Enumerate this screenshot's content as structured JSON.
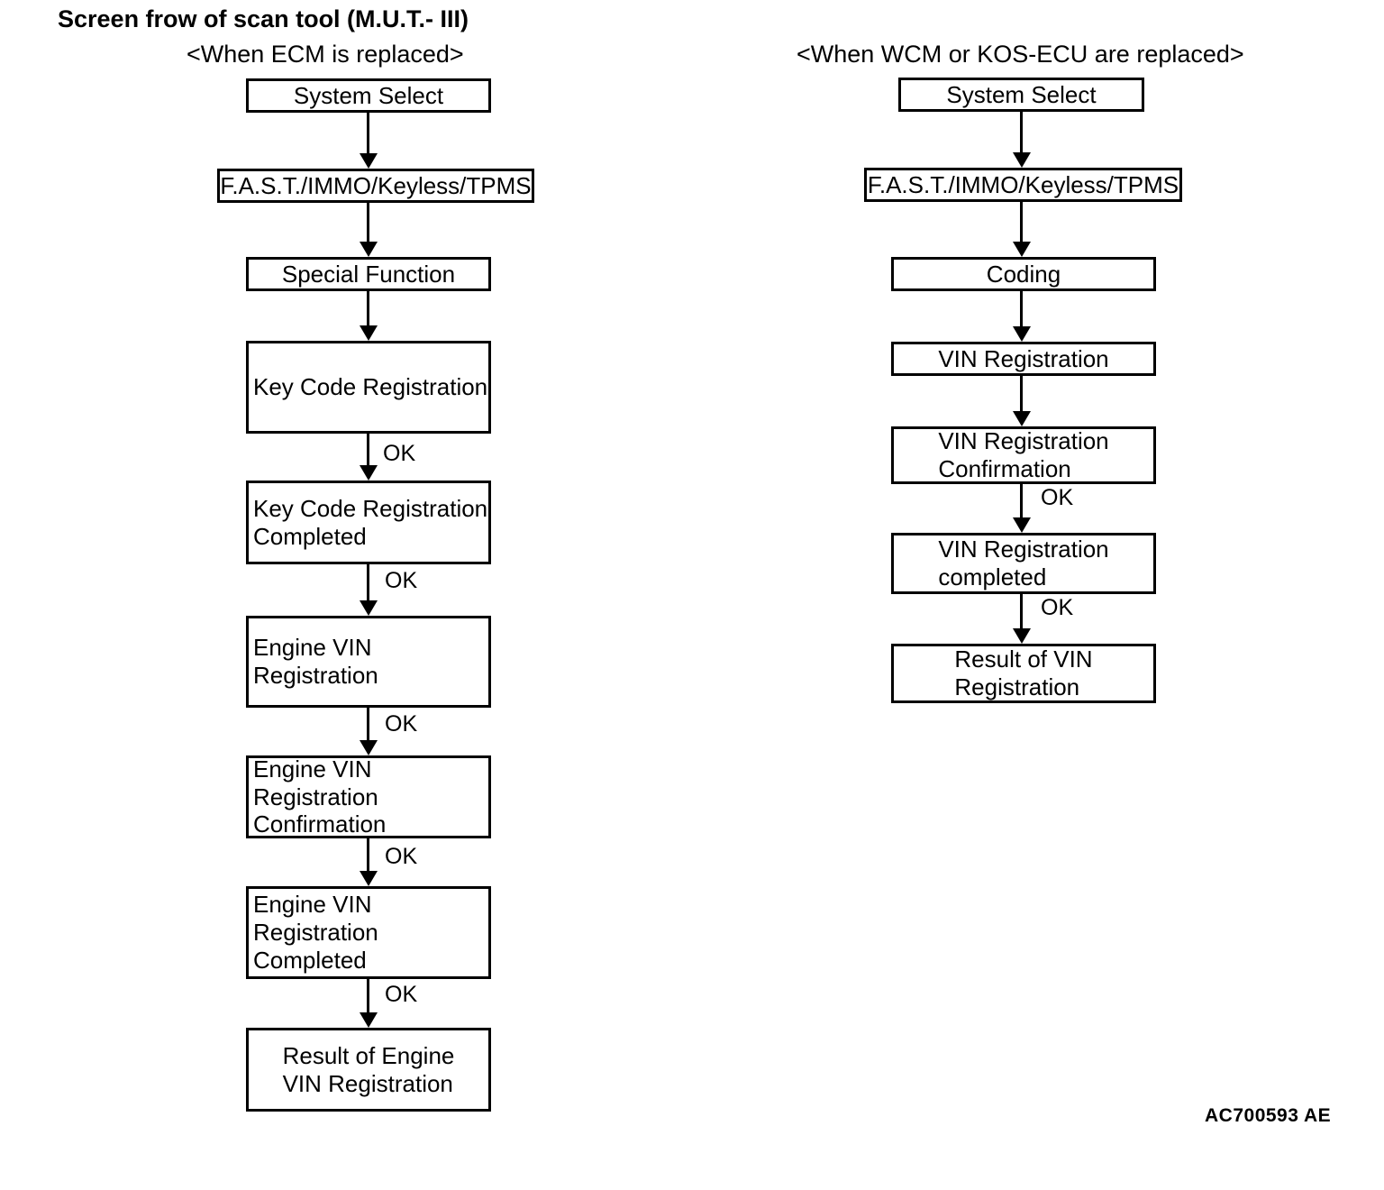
{
  "title": "Screen frow of scan tool (M.U.T.- III)",
  "figure_code": "AC700593 AE",
  "colors": {
    "ink": "#000000",
    "background": "#ffffff"
  },
  "flows": [
    {
      "id": "ecm",
      "header": "<When ECM is replaced>",
      "nodes": [
        "System Select",
        "F.A.S.T./IMMO/Keyless/TPMS",
        "Special Function",
        "Key Code Registration",
        "Key Code Registration\nCompleted",
        "Engine VIN Registration",
        "Engine VIN Registration\nConfirmation",
        "Engine VIN Registration\nCompleted",
        "Result of Engine\nVIN Registration"
      ],
      "connectors": [
        {
          "label": ""
        },
        {
          "label": ""
        },
        {
          "label": ""
        },
        {
          "label": "OK"
        },
        {
          "label": "OK"
        },
        {
          "label": "OK"
        },
        {
          "label": "OK"
        },
        {
          "label": "OK"
        }
      ]
    },
    {
      "id": "wcm-kos",
      "header": "<When WCM or KOS-ECU are replaced>",
      "nodes": [
        "System Select",
        "F.A.S.T./IMMO/Keyless/TPMS",
        "Coding",
        "VIN Registration",
        "VIN Registration\nConfirmation",
        "VIN Registration\ncompleted",
        "Result of VIN\nRegistration"
      ],
      "connectors": [
        {
          "label": ""
        },
        {
          "label": ""
        },
        {
          "label": ""
        },
        {
          "label": ""
        },
        {
          "label": "OK"
        },
        {
          "label": "OK"
        }
      ]
    }
  ]
}
